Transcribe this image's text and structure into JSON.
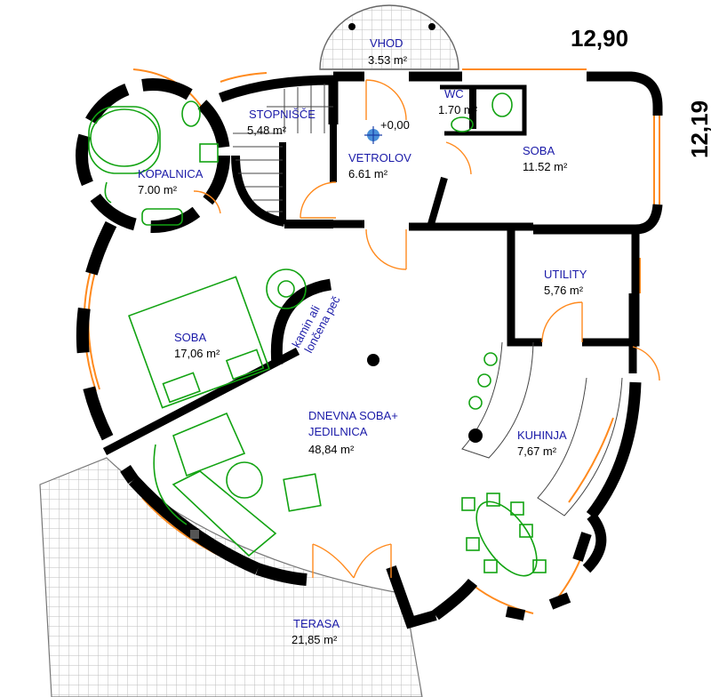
{
  "dimensions": {
    "width": "12,90",
    "height": "12,19"
  },
  "level_marker": "+0,00",
  "rooms": {
    "vhod": {
      "name": "VHOD",
      "area": "3.53 m²"
    },
    "wc": {
      "name": "WC",
      "area": "1.70 m²"
    },
    "stopnisce": {
      "name": "STOPNIŠČE",
      "area": "5,48 m²"
    },
    "vetrolov": {
      "name": "VETROLOV",
      "area": "6.61 m²"
    },
    "soba_ne": {
      "name": "SOBA",
      "area": "11.52 m²"
    },
    "kopalnica": {
      "name": "KOPALNICA",
      "area": "7.00 m²"
    },
    "utility": {
      "name": "UTILITY",
      "area": "5,76 m²"
    },
    "soba_w": {
      "name": "SOBA",
      "area": "17,06 m²"
    },
    "dnevna": {
      "name_line1": "DNEVNA SOBA+",
      "name_line2": "JEDILNICA",
      "area": "48,84 m²"
    },
    "kuhinja": {
      "name": "KUHINJA",
      "area": "7,67 m²"
    },
    "terasa": {
      "name": "TERASA",
      "area": "21,85 m²"
    }
  },
  "fireplace_label": {
    "line1": "kamin ali",
    "line2": "lončena peč"
  },
  "colors": {
    "wall": "#000000",
    "window": "#ff8a1e",
    "furniture": "#12a312",
    "label": "#1a1aa8"
  }
}
